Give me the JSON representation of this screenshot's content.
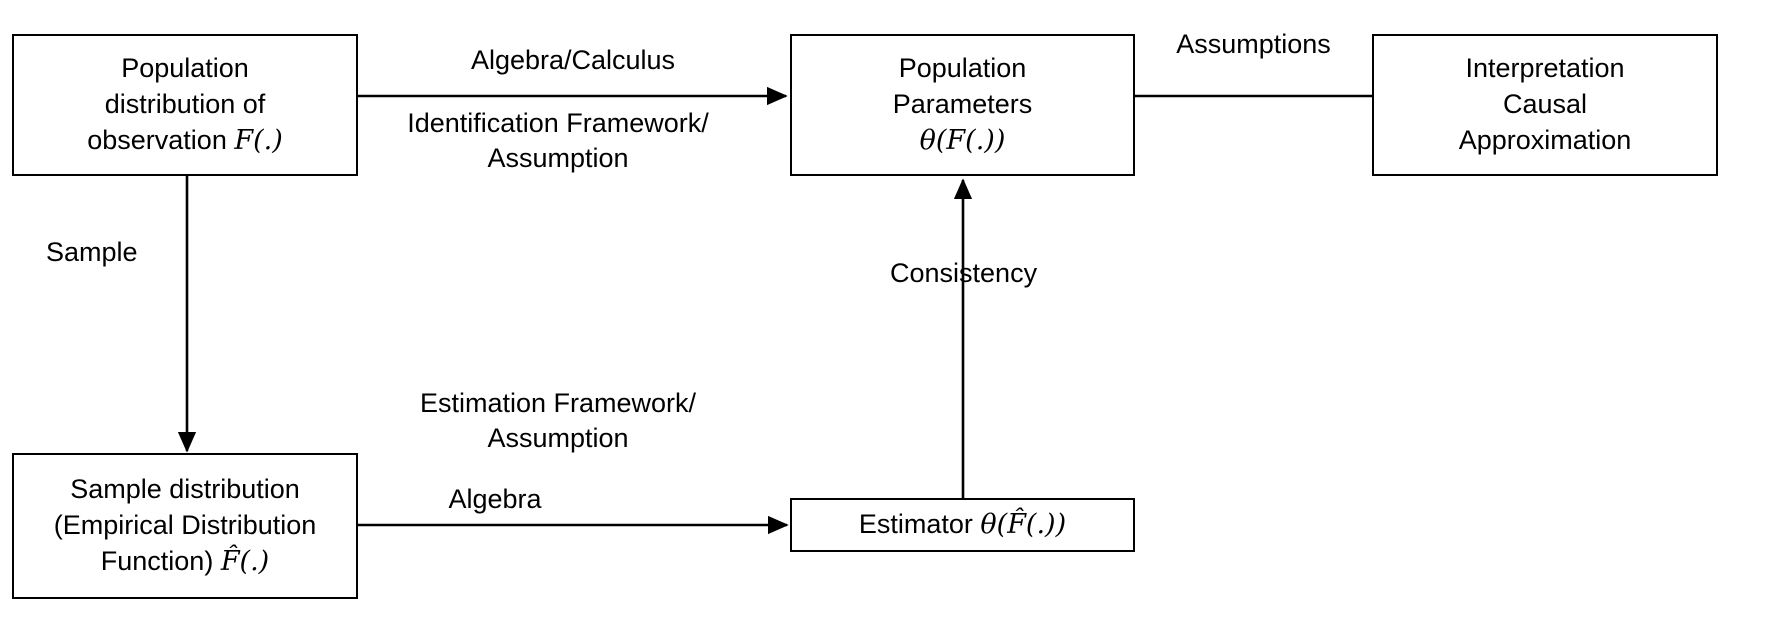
{
  "diagram": {
    "title": "Statistical inference flow: from population distribution to estimator and interpretation",
    "background_color": "#ffffff",
    "line_color": "#000000",
    "text_color": "#000000",
    "nodes": [
      {
        "id": "population-distribution",
        "label": "Population\ndistribution of\nobservation F(.)",
        "line1": "Population",
        "line2": "distribution of",
        "line3_prefix": "observation ",
        "line3_math": "F(.)"
      },
      {
        "id": "population-parameters",
        "label": "Population\nParameters\nθ(F(.))",
        "line1": "Population",
        "line2": "Parameters",
        "line3_math": "θ(F(.))"
      },
      {
        "id": "interpretation",
        "label": "Interpretation\nCausal\nApproximation",
        "line1": "Interpretation",
        "line2": "Causal",
        "line3": "Approximation"
      },
      {
        "id": "sample-distribution",
        "label": "Sample distribution\n(Empirical Distribution\nFunction) F̂(.)",
        "line1": "Sample distribution",
        "line2": "(Empirical Distribution",
        "line3_prefix": "Function) ",
        "line3_math": "F̂(.)"
      },
      {
        "id": "estimator",
        "label": "Estimator θ(F̂(.))",
        "line1_prefix": "Estimator ",
        "line1_math": "θ(F̂(.))"
      }
    ],
    "edges": [
      {
        "id": "pop-dist-to-pop-params",
        "from": "population-distribution",
        "to": "population-parameters",
        "arrowhead": true,
        "label_above": "Algebra/Calculus",
        "label_below": "Identification Framework/\nAssumption"
      },
      {
        "id": "pop-params-to-interpretation",
        "from": "population-parameters",
        "to": "interpretation",
        "arrowhead": false,
        "label_above": "Assumptions"
      },
      {
        "id": "pop-dist-to-sample-dist",
        "from": "population-distribution",
        "to": "sample-distribution",
        "arrowhead": true,
        "label_left": "Sample"
      },
      {
        "id": "sample-dist-to-estimator",
        "from": "sample-distribution",
        "to": "estimator",
        "arrowhead": true,
        "label_above": "Estimation Framework/\nAssumption",
        "label_below": "Algebra"
      },
      {
        "id": "estimator-to-pop-params",
        "from": "estimator",
        "to": "population-parameters",
        "arrowhead": true,
        "label_right": "Consistency"
      }
    ]
  }
}
